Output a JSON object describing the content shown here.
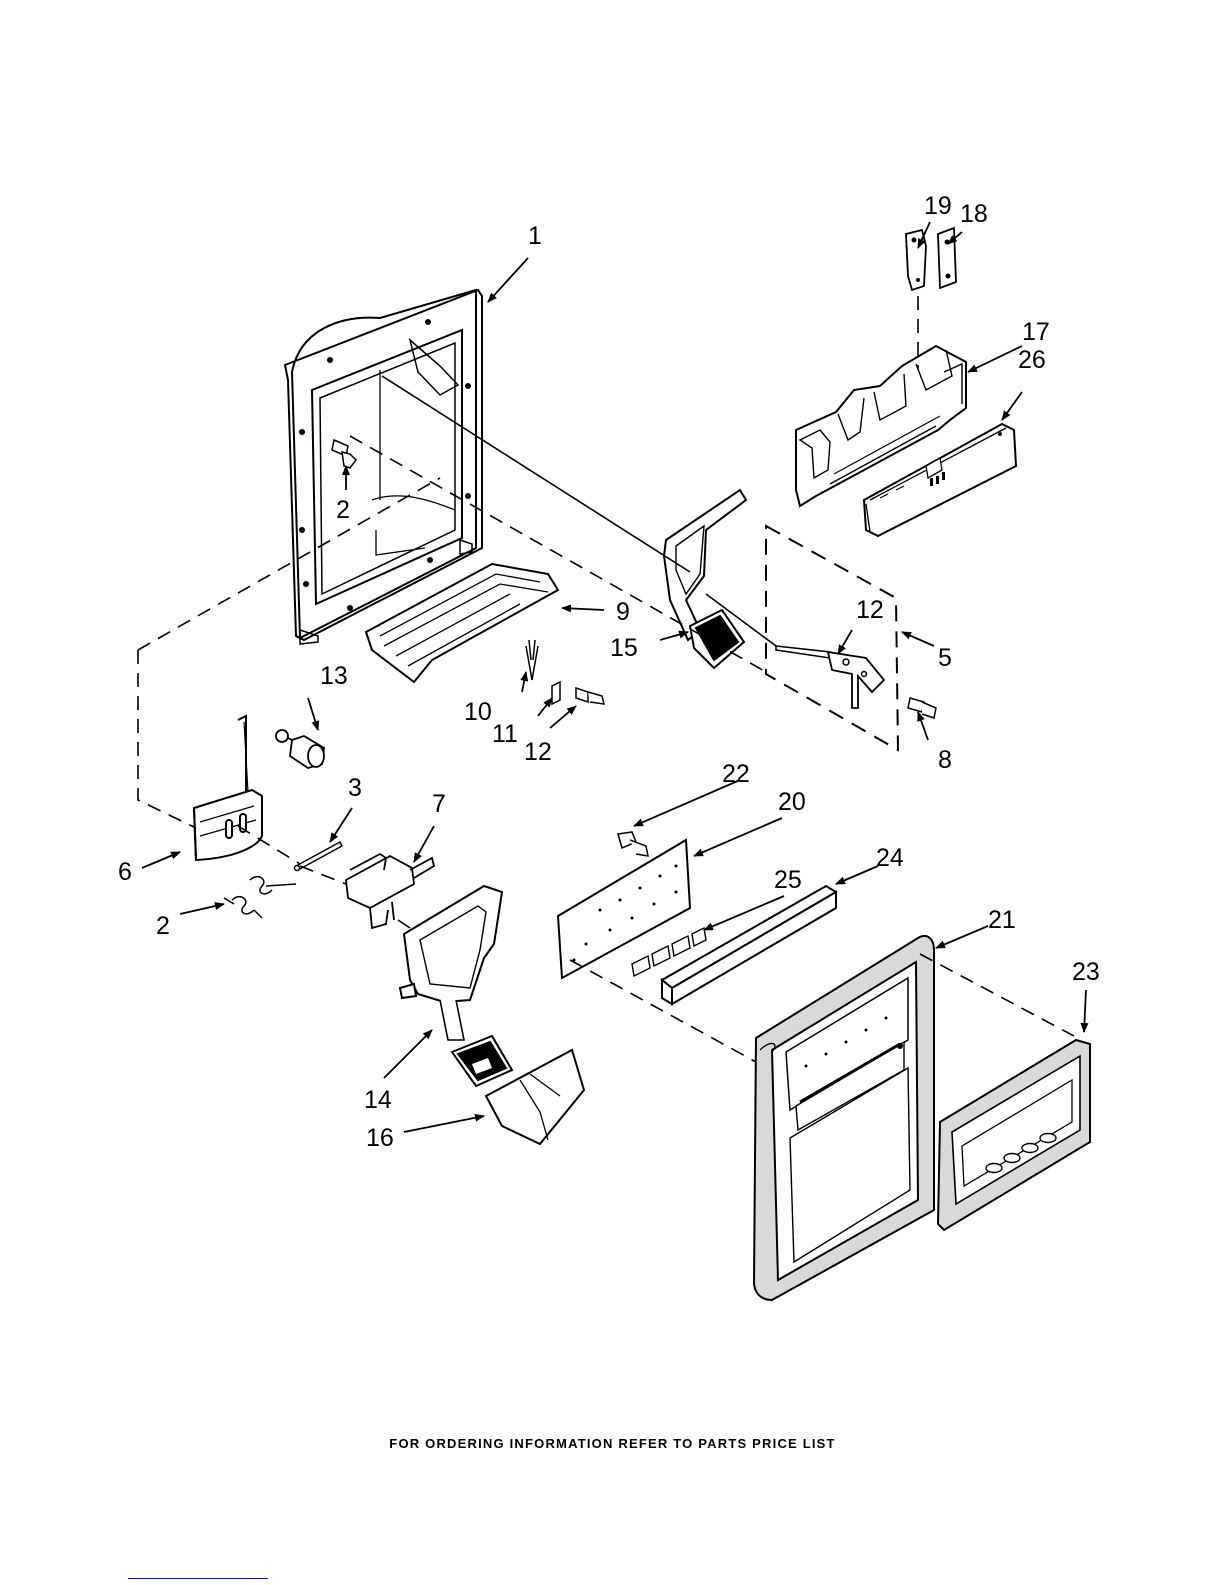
{
  "footer": {
    "text": "FOR ORDERING INFORMATION REFER TO PARTS PRICE LIST"
  },
  "colors": {
    "ink": "#000000",
    "paper": "#ffffff",
    "panel_shade": "#d9d9d9",
    "link": "#0000ee"
  },
  "callouts": {
    "c1": "1",
    "c2a": "2",
    "c2b": "2",
    "c3": "3",
    "c5": "5",
    "c6": "6",
    "c7": "7",
    "c8": "8",
    "c9": "9",
    "c10": "10",
    "c11": "11",
    "c12a": "12",
    "c12b": "12",
    "c13": "13",
    "c14": "14",
    "c15": "15",
    "c16": "16",
    "c17": "17",
    "c18": "18",
    "c19": "19",
    "c20": "20",
    "c21": "21",
    "c22": "22",
    "c23": "23",
    "c24": "24",
    "c25": "25",
    "c26": "26"
  }
}
